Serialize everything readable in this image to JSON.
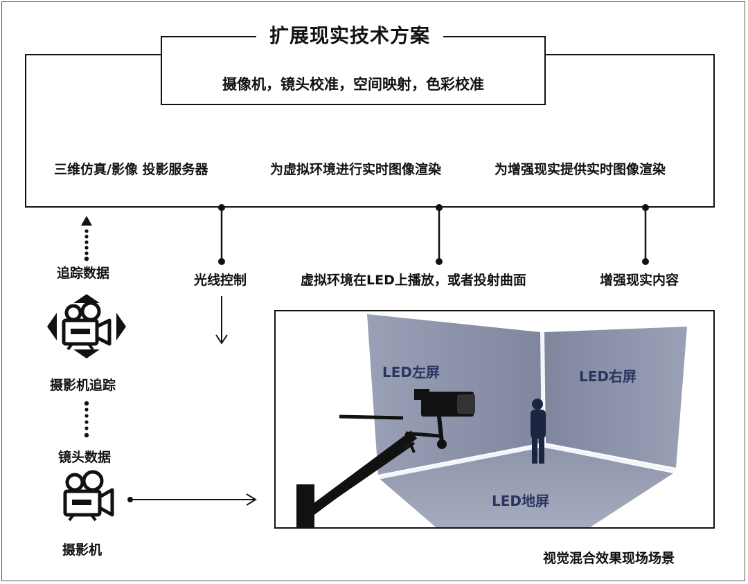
{
  "header": {
    "title": "扩展现实技术方案",
    "subtitle": "摄像机，镜头校准，空间映射，色彩校准"
  },
  "main_box": {
    "left_label": "三维仿真/影像 投影服务器",
    "middle_label": "为虚拟环境进行实时图像渲染",
    "right_label": "为增强现实提供实时图像渲染"
  },
  "connectors": {
    "light_control": "光线控制",
    "virtual_env_on_led": "虚拟环境在LED上播放，或者投射曲面",
    "ar_content": "增强现实内容"
  },
  "left_column": {
    "tracking_data": "追踪数据",
    "camera_tracking": "摄影机追踪",
    "lens_data": "镜头数据",
    "camera": "摄影机"
  },
  "scene": {
    "led_left": "LED左屏",
    "led_right": "LED右屏",
    "led_floor": "LED地屏",
    "caption": "视觉混合效果现场场景"
  },
  "colors": {
    "line": "#111111",
    "led_panel": "#8a90a8",
    "led_panel_dark": "#7b8199",
    "led_label": "#2a3560"
  },
  "icons": {
    "tracking_camera": "camera-tracking-icon",
    "camera": "movie-camera-icon"
  }
}
